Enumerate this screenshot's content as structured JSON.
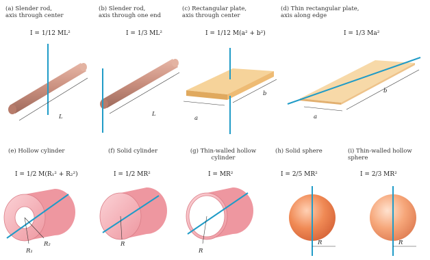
{
  "colors": {
    "axis": "#1f9bc7",
    "rod": "#c98f7e",
    "plate": "#f2c88b",
    "plate_edge": "#d9a45d",
    "pink": "#f4a6ad",
    "pink_dark": "#d97c86",
    "sphere": "#f08a55"
  },
  "items": [
    {
      "caption": "(a) Slender rod,\naxis through center",
      "formula": "I = 1/12 ML²",
      "dims": [
        "L"
      ]
    },
    {
      "caption": "(b) Slender rod,\naxis through one end",
      "formula": "I = 1/3 ML²",
      "dims": [
        "L"
      ]
    },
    {
      "caption": "(c) Rectangular plate,\naxis through center",
      "formula": "I = 1/12 M(a² + b²)",
      "dims": [
        "a",
        "b"
      ]
    },
    {
      "caption": "(d) Thin rectangular plate,\naxis along edge",
      "formula": "I = 1/3 Ma²",
      "dims": [
        "a",
        "b"
      ]
    },
    {
      "caption": "(e) Hollow cylinder",
      "formula": "I = 1/2 M(R₁² + R₂²)",
      "dims": [
        "R₁",
        "R₂"
      ]
    },
    {
      "caption": "(f) Solid cylinder",
      "formula": "I = 1/2 MR²",
      "dims": [
        "R"
      ]
    },
    {
      "caption": "(g) Thin-walled hollow\ncylinder",
      "formula": "I = MR²",
      "dims": [
        "R"
      ]
    },
    {
      "caption": "(h) Solid sphere",
      "formula": "I = 2/5 MR²",
      "dims": [
        "R"
      ]
    },
    {
      "caption": "(i) Thin-walled hollow\nsphere",
      "formula": "I = 2/3 MR²",
      "dims": [
        "R"
      ]
    }
  ]
}
